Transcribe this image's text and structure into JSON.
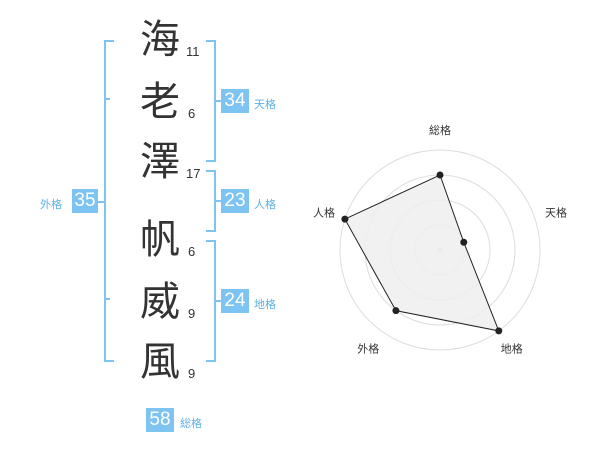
{
  "characters": [
    {
      "char": "海",
      "strokes": "11"
    },
    {
      "char": "老",
      "strokes": "6"
    },
    {
      "char": "澤",
      "strokes": "17"
    },
    {
      "char": "帆",
      "strokes": "6"
    },
    {
      "char": "威",
      "strokes": "9"
    },
    {
      "char": "風",
      "strokes": "9"
    }
  ],
  "fortunes": {
    "tenkaku": {
      "value": "34",
      "label": "天格"
    },
    "jinkaku": {
      "value": "23",
      "label": "人格"
    },
    "chikaku": {
      "value": "24",
      "label": "地格"
    },
    "gaikaku": {
      "value": "35",
      "label": "外格"
    },
    "soukaku": {
      "value": "58",
      "label": "総格"
    }
  },
  "radar": {
    "axes": [
      "総格",
      "天格",
      "地格",
      "外格",
      "人格"
    ],
    "levels": 4,
    "scores": [
      3,
      1,
      4,
      3,
      4
    ],
    "max": 4,
    "colors": {
      "fill": "#efefef",
      "line": "#222222",
      "rings": "#dddddd",
      "accent": "#7dc4f2"
    }
  }
}
